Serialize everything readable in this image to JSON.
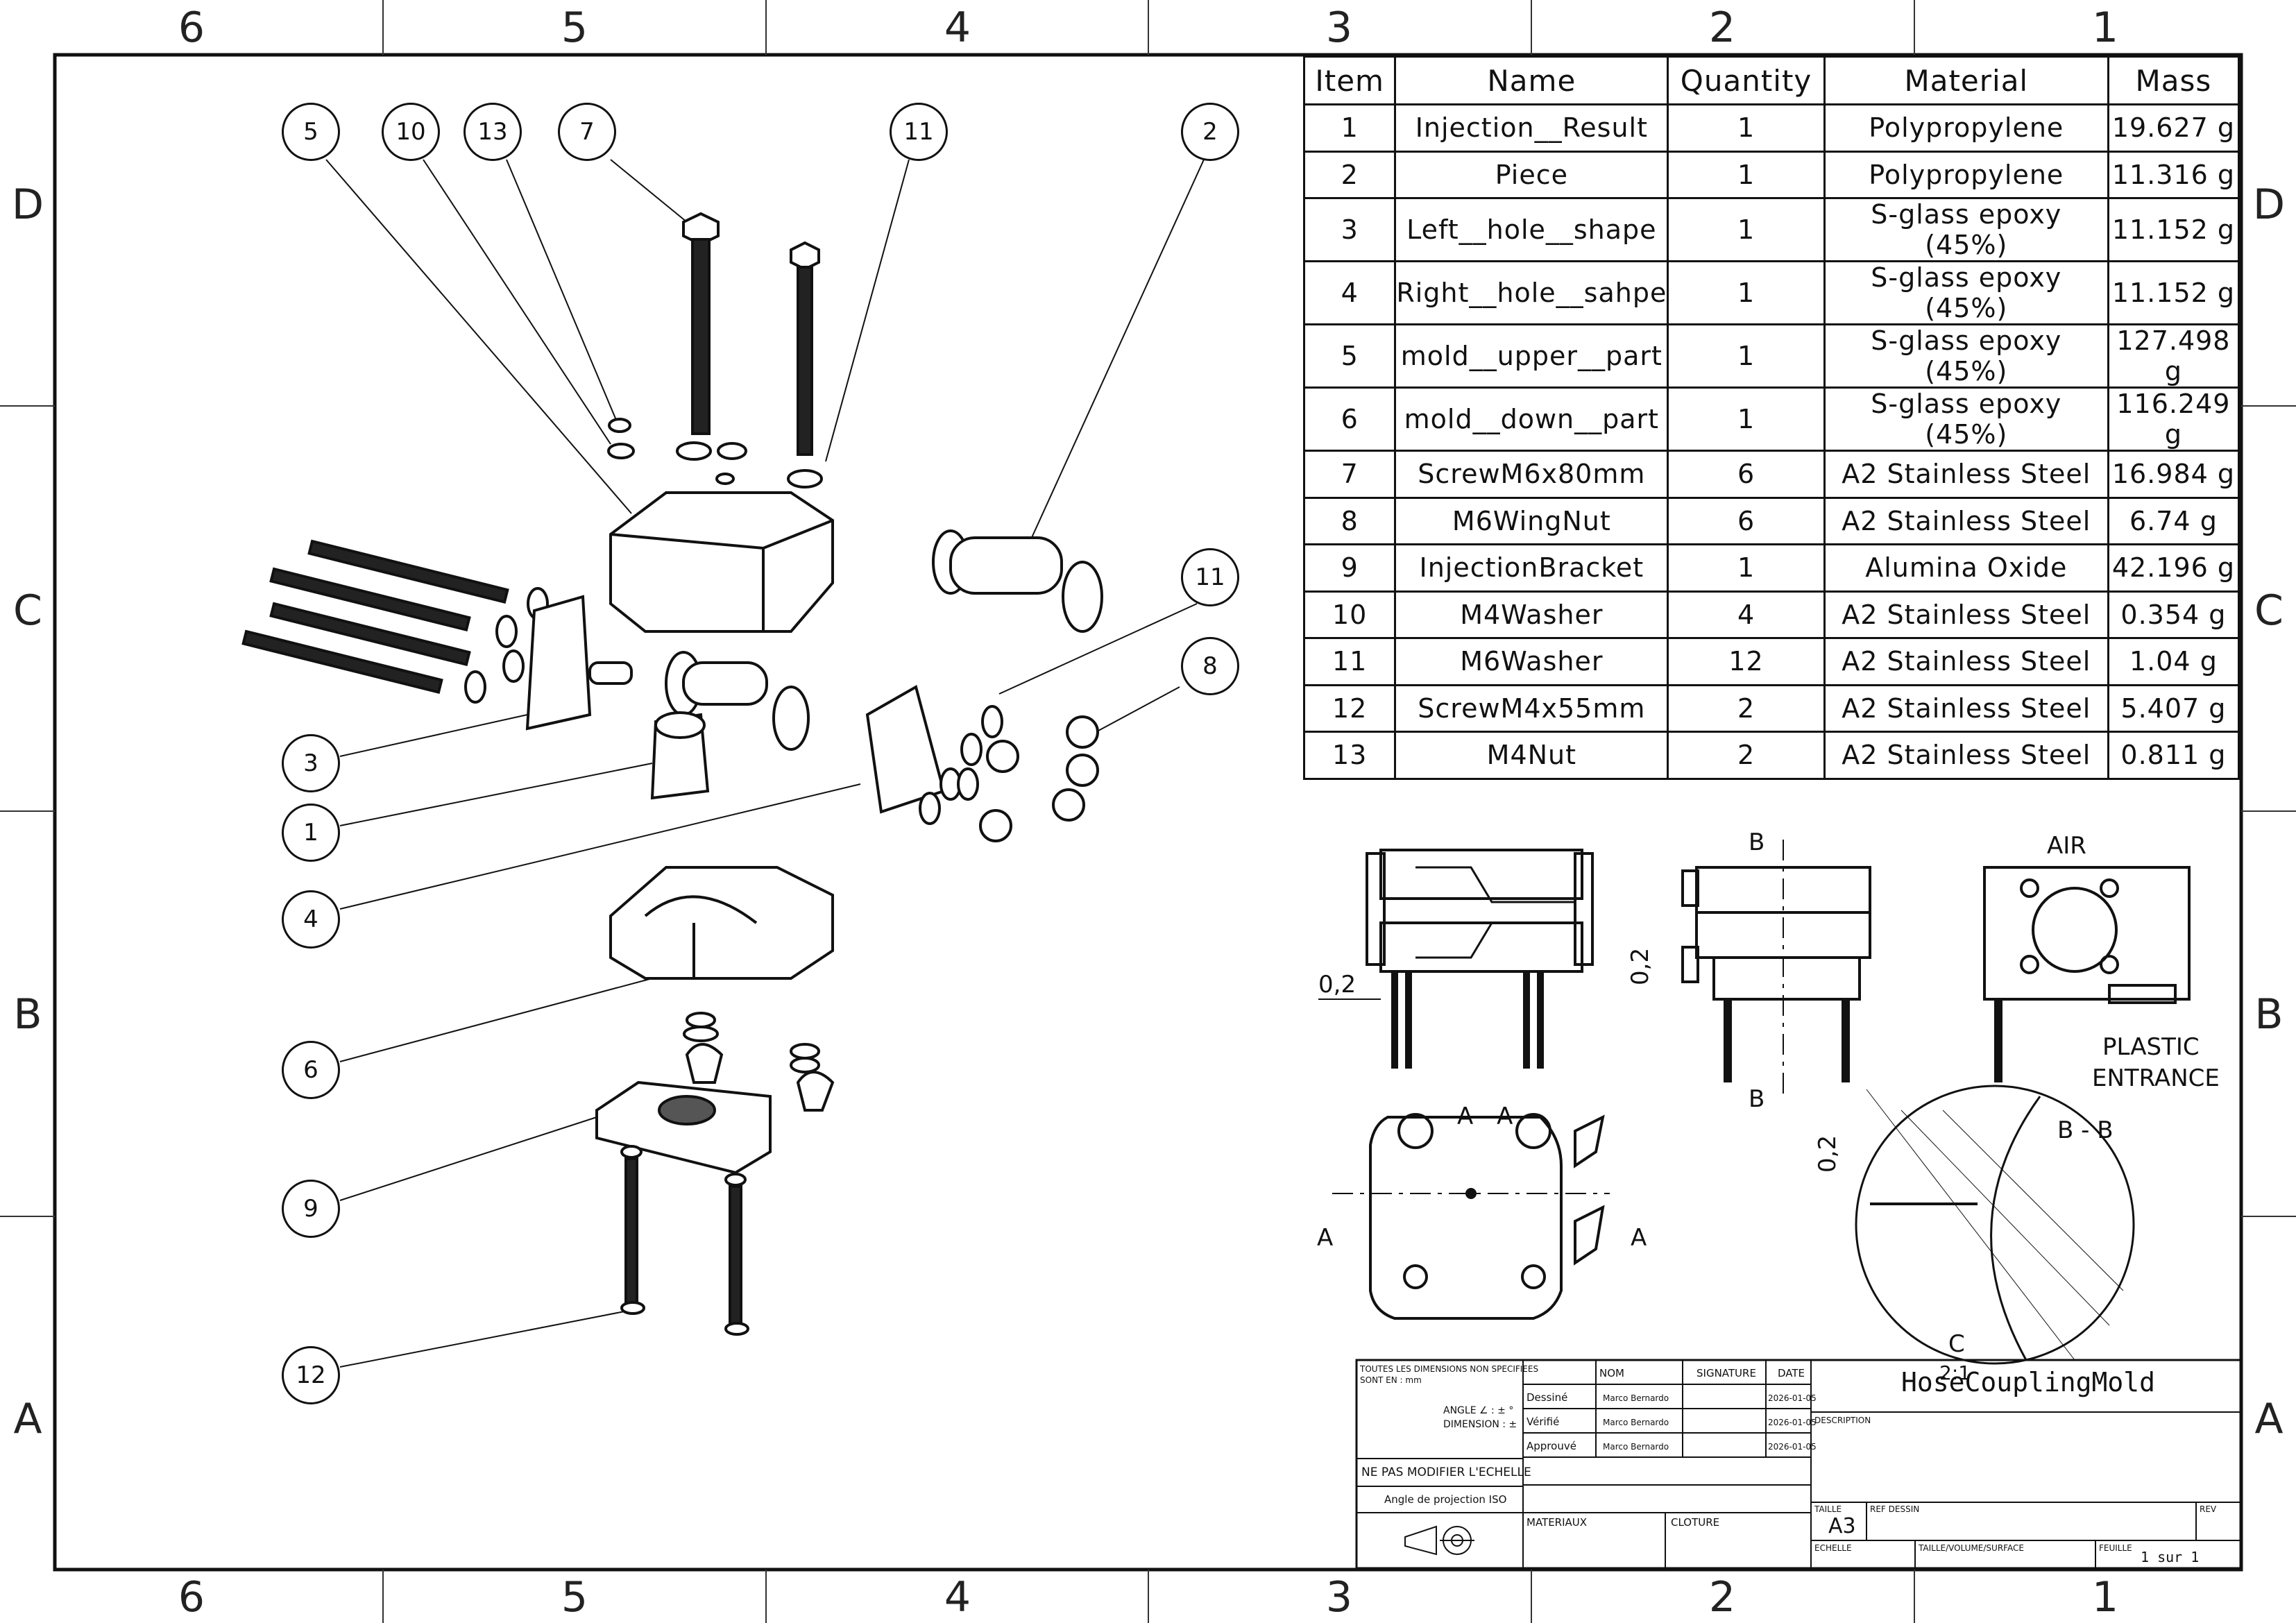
{
  "zones": {
    "columns": [
      "6",
      "5",
      "4",
      "3",
      "2",
      "1"
    ],
    "rows": [
      "D",
      "C",
      "B",
      "A"
    ]
  },
  "bom": {
    "headers": [
      "Item",
      "Name",
      "Quantity",
      "Material",
      "Mass"
    ],
    "rows": [
      [
        "1",
        "Injection__Result",
        "1",
        "Polypropylene",
        "19.627 g"
      ],
      [
        "2",
        "Piece",
        "1",
        "Polypropylene",
        "11.316 g"
      ],
      [
        "3",
        "Left__hole__shape",
        "1",
        "S-glass epoxy (45%)",
        "11.152 g"
      ],
      [
        "4",
        "Right__hole__sahpe",
        "1",
        "S-glass epoxy (45%)",
        "11.152 g"
      ],
      [
        "5",
        "mold__upper__part",
        "1",
        "S-glass epoxy (45%)",
        "127.498 g"
      ],
      [
        "6",
        "mold__down__part",
        "1",
        "S-glass epoxy (45%)",
        "116.249 g"
      ],
      [
        "7",
        "ScrewM6x80mm",
        "6",
        "A2 Stainless Steel",
        "16.984 g"
      ],
      [
        "8",
        "M6WingNut",
        "6",
        "A2 Stainless Steel",
        "6.74 g"
      ],
      [
        "9",
        "InjectionBracket",
        "1",
        "Alumina Oxide",
        "42.196 g"
      ],
      [
        "10",
        "M4Washer",
        "4",
        "A2 Stainless Steel",
        "0.354 g"
      ],
      [
        "11",
        "M6Washer",
        "12",
        "A2 Stainless Steel",
        "1.04 g"
      ],
      [
        "12",
        "ScrewM4x55mm",
        "2",
        "A2 Stainless Steel",
        "5.407 g"
      ],
      [
        "13",
        "M4Nut",
        "2",
        "A2 Stainless Steel",
        "0.811 g"
      ]
    ]
  },
  "balloons": [
    "5",
    "10",
    "13",
    "7",
    "11",
    "2",
    "11",
    "8",
    "3",
    "1",
    "4",
    "6",
    "9",
    "12"
  ],
  "views": {
    "dim_02": "0,2",
    "section_b": "B",
    "section_a": "A",
    "section_aa": "A - A",
    "section_bb": "B - B",
    "air": "AIR",
    "plastic_entrance_1": "PLASTIC",
    "plastic_entrance_2": "ENTRANCE",
    "detail_c": "C",
    "detail_scale": "2:1"
  },
  "title_block": {
    "tolerance_note_1": "TOUTES LES DIMENSIONS NON SPECIFIEES",
    "tolerance_note_2": "SONT EN : mm",
    "angle": "ANGLE ∠ : ± °",
    "dimension": "DIMENSION : ±",
    "no_scale": "NE PAS MODIFIER L'ECHELLE",
    "projection": "Angle de projection ISO",
    "col_nom": "NOM",
    "col_signature": "SIGNATURE",
    "col_date": "DATE",
    "row_dessine": "Dessiné",
    "row_verifie": "Vérifié",
    "row_approuve": "Approuvé",
    "author": "Marco Bernardo",
    "date": "2026-01-05",
    "title": "HoseCouplingMold",
    "description_label": "DESCRIPTION",
    "materiaux": "MATERIAUX",
    "cloture": "CLOTURE",
    "taille_label": "TAILLE",
    "taille": "A3",
    "ref_dessin": "REF DESSIN",
    "rev": "REV",
    "echelle": "ECHELLE",
    "taille_volume": "TAILLE/VOLUME/SURFACE",
    "feuille_label": "FEUILLE",
    "feuille": "1 sur 1"
  }
}
